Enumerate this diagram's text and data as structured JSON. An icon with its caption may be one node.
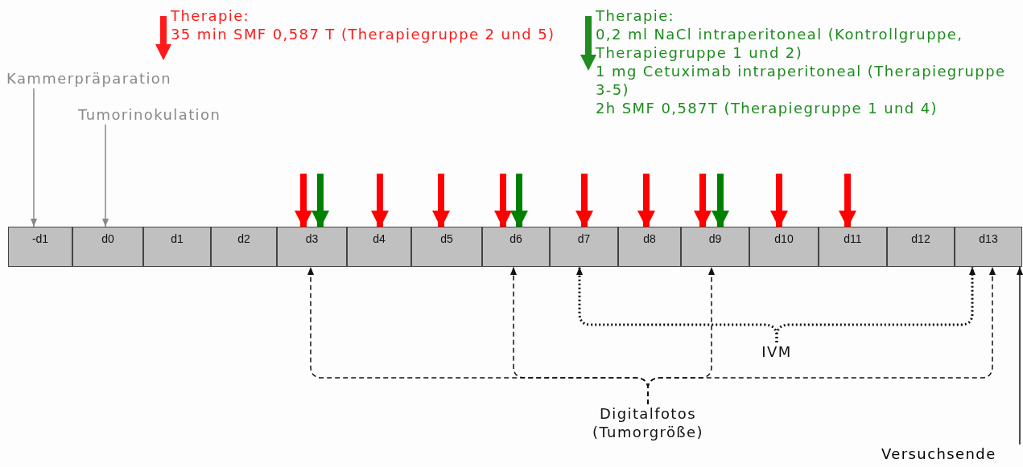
{
  "diagram": {
    "nodes": [
      {
        "text": [
          "-d1"
        ]
      },
      {
        "text": [
          "d0"
        ]
      },
      {
        "text": [
          "d1"
        ]
      },
      {
        "text": [
          "d2"
        ]
      },
      {
        "text": [
          "d3"
        ]
      },
      {
        "text": [
          "d4"
        ]
      },
      {
        "text": [
          "d5"
        ]
      },
      {
        "text": [
          "d6"
        ]
      },
      {
        "text": [
          "d7"
        ]
      },
      {
        "text": [
          "d8"
        ]
      },
      {
        "text": [
          "d9"
        ]
      },
      {
        "text": [
          "d10"
        ]
      },
      {
        "text": [
          "d11"
        ]
      },
      {
        "text": [
          "d12"
        ]
      },
      {
        "text": [
          "d13"
        ]
      },
      {
        "text": [
          "Kammerpräparation"
        ]
      },
      {
        "text": [
          "Tumorinokulation"
        ]
      },
      {
        "text": [
          "Therapie:",
          "35 min SMF 0,587 T (Therapiegruppe 2 und 5)"
        ]
      },
      {
        "text": [
          "Therapie:",
          "0,2 ml NaCl intraperitoneal (Kontrollgruppe, Therapiegruppe 1 und 2)",
          "1 mg Cetuximab intraperitoneal (Therapiegruppe 3-5)",
          "2h SMF 0,587T (Therapiegruppe 1 und 4)"
        ]
      },
      {
        "text": [
          "IVM"
        ]
      },
      {
        "text": [
          "Digitalfotos (Tumorgröße)"
        ]
      },
      {
        "text": [
          "Versuchsende"
        ]
      }
    ],
    "edges": [
      {
        "from": 15,
        "to": 0,
        "arrow": "to",
        "color": "#888888"
      },
      {
        "from": 16,
        "to": 1,
        "arrow": "to",
        "color": "#888888"
      },
      {
        "from": null,
        "to": 4,
        "arrow": "to",
        "color": "#ff0000"
      },
      {
        "from": null,
        "to": 4,
        "arrow": "to",
        "color": "#008000"
      },
      {
        "from": null,
        "to": 5,
        "arrow": "to",
        "color": "#ff0000"
      },
      {
        "from": null,
        "to": 6,
        "arrow": "to",
        "color": "#ff0000"
      },
      {
        "from": null,
        "to": 7,
        "arrow": "to",
        "color": "#ff0000"
      },
      {
        "from": null,
        "to": 7,
        "arrow": "to",
        "color": "#008000"
      },
      {
        "from": null,
        "to": 8,
        "arrow": "to",
        "color": "#ff0000"
      },
      {
        "from": null,
        "to": 9,
        "arrow": "to",
        "color": "#ff0000"
      },
      {
        "from": null,
        "to": 10,
        "arrow": "to",
        "color": "#ff0000"
      },
      {
        "from": null,
        "to": 10,
        "arrow": "to",
        "color": "#008000"
      },
      {
        "from": null,
        "to": 11,
        "arrow": "to",
        "color": "#ff0000"
      },
      {
        "from": null,
        "to": 12,
        "arrow": "to",
        "color": "#ff0000"
      },
      {
        "from": 20,
        "to": 4,
        "arrow": "to",
        "style": "dashed",
        "color": "#111111"
      },
      {
        "from": 20,
        "to": 7,
        "arrow": "to",
        "style": "dashed",
        "color": "#111111"
      },
      {
        "from": 20,
        "to": 10,
        "arrow": "to",
        "style": "dashed",
        "color": "#111111"
      },
      {
        "from": 20,
        "to": 14,
        "arrow": "to",
        "style": "dashed",
        "color": "#111111"
      },
      {
        "from": 19,
        "to": 8,
        "arrow": "to",
        "style": "dashed",
        "color": "#111111"
      },
      {
        "from": 19,
        "to": 14,
        "arrow": "to",
        "style": "dashed",
        "color": "#111111"
      },
      {
        "from": 21,
        "to": 14,
        "arrow": "to",
        "color": "#111111"
      }
    ]
  }
}
